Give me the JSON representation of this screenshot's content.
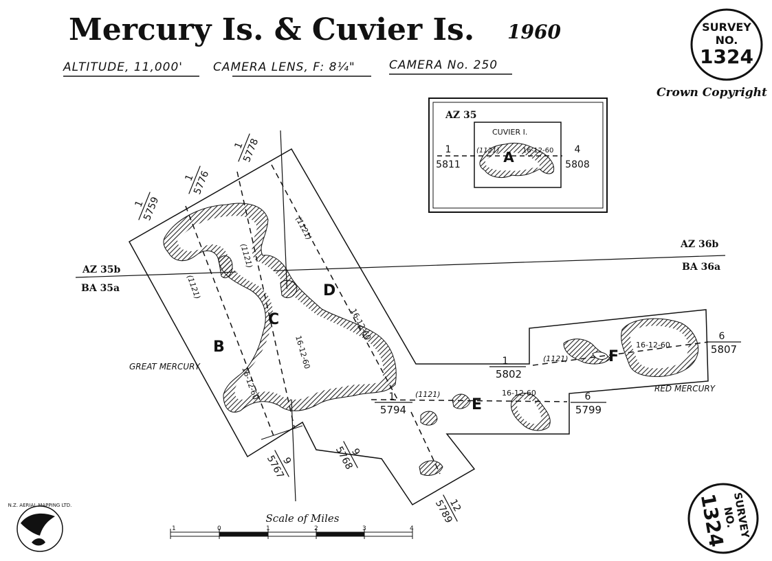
{
  "header": {
    "title_main": "Mercury Is. & Cuvier Is.",
    "title_year": "1960",
    "altitude": "ALTITUDE, 11,000'",
    "camera_lens": "CAMERA LENS, F: 8¼\"",
    "camera_no": "CAMERA No. 250",
    "copyright": "Crown Copyright"
  },
  "survey_badge": {
    "line1": "SURVEY",
    "line2": "NO.",
    "number": "1324"
  },
  "inset": {
    "az_label": "AZ 35",
    "island_name": "CUVIER I.",
    "strip_letter": "A",
    "date": "16-12-60",
    "scale_ref": "(1121)",
    "left_run": "1",
    "left_print": "5811",
    "right_run": "4",
    "right_print": "5808"
  },
  "grid_lines": {
    "az_35b": "AZ 35b",
    "ba_35a": "BA 35a",
    "az_36b": "AZ 36b",
    "ba_36a": "BA 36a"
  },
  "places": {
    "great_mercury": "GREAT MERCURY",
    "red_mercury": "RED MERCURY"
  },
  "strips": {
    "b": {
      "letter": "B",
      "date": "16-12-60",
      "scale": "(1121)"
    },
    "c": {
      "letter": "C",
      "date": "16-12-60",
      "scale": "(1121)"
    },
    "d": {
      "letter": "D",
      "date": "16-12-60",
      "scale": "(1121)"
    },
    "e": {
      "letter": "E",
      "date": "16-12-60",
      "scale": "(1121)"
    },
    "f": {
      "letter": "F",
      "date": "16-12-60",
      "scale": "(1121)"
    }
  },
  "print_labels": {
    "p5759": {
      "run": "1",
      "print": "5759"
    },
    "p5776": {
      "run": "1",
      "print": "5776"
    },
    "p5778": {
      "run": "1",
      "print": "5778"
    },
    "p5767": {
      "run": "9",
      "print": "5767"
    },
    "p5768": {
      "run": "9",
      "print": "5768"
    },
    "p5789": {
      "run": "12",
      "print": "5789"
    },
    "p5794": {
      "run": "1",
      "print": "5794"
    },
    "p5802": {
      "run": "1",
      "print": "5802"
    },
    "p5799": {
      "run": "6",
      "print": "5799"
    },
    "p5807": {
      "run": "6",
      "print": "5807"
    }
  },
  "scale_bar": {
    "title": "Scale of Miles",
    "ticks": [
      "1",
      "0",
      "1",
      "2",
      "3",
      "4"
    ]
  },
  "logo": {
    "text": "N.Z. AERIAL MAPPING LTD."
  }
}
